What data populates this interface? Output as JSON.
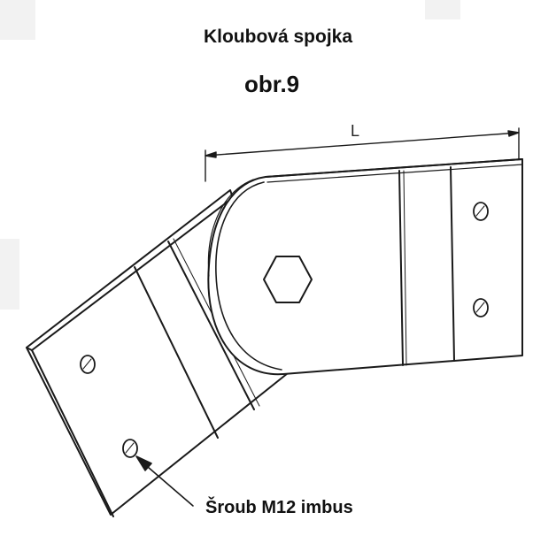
{
  "header": {
    "title": "Kloubová spojka",
    "subtitle": "obr.9"
  },
  "drawing": {
    "dimension_label": "L",
    "callout_label": "Šroub M12 imbus"
  },
  "colors": {
    "ink": "#1a1a1a",
    "paper": "#ffffff"
  }
}
